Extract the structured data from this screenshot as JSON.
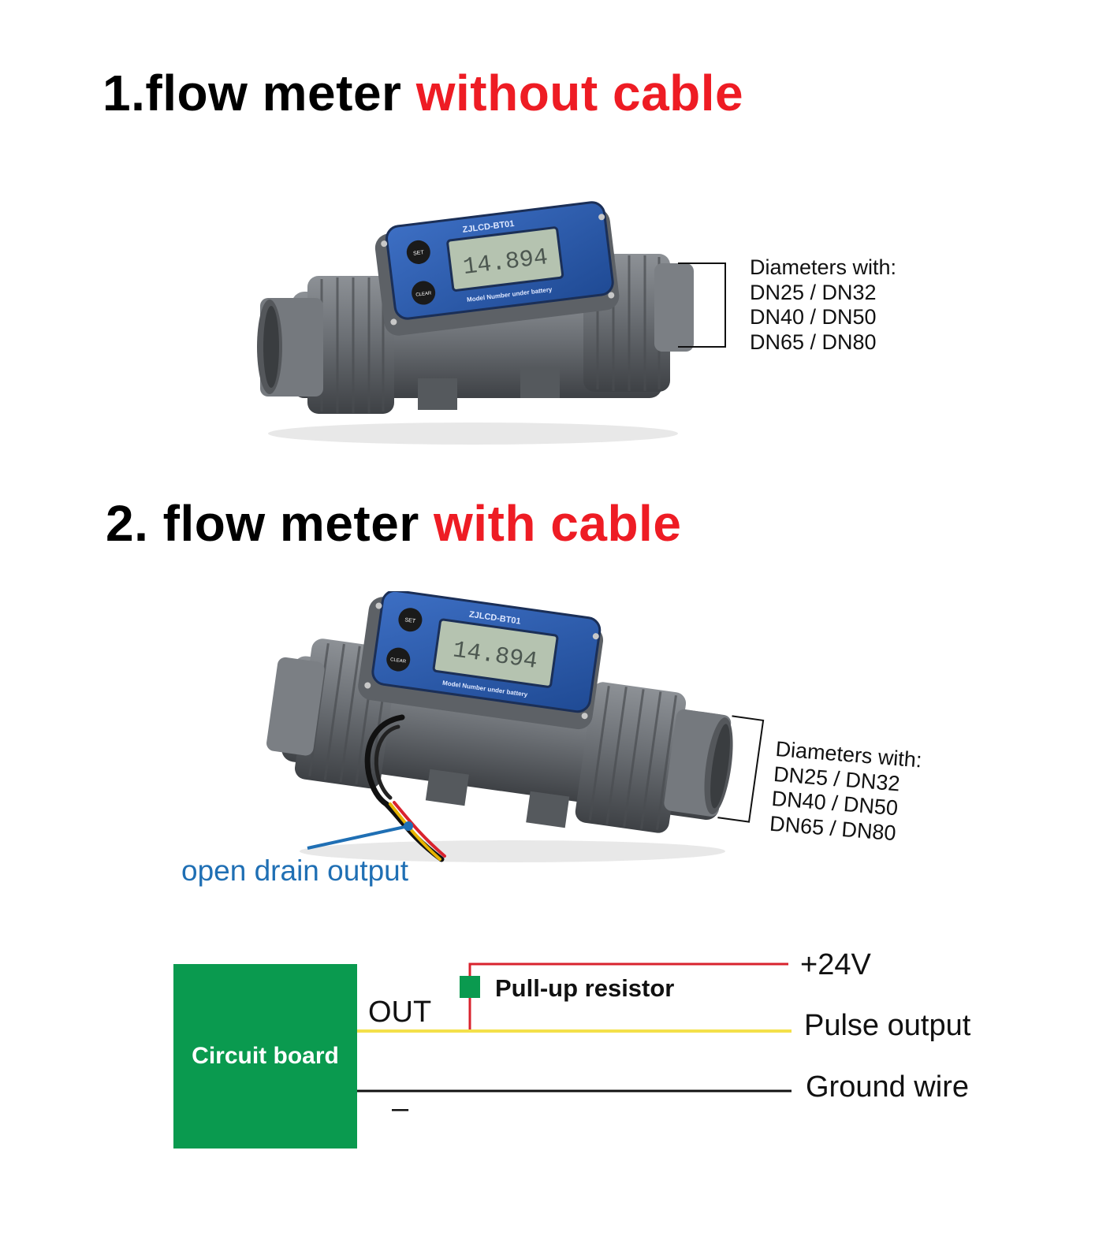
{
  "section1": {
    "heading_prefix": "1.flow meter ",
    "heading_highlight": "without cable",
    "meter_model": "ZJLCD-BT01",
    "display_reading": "14.894",
    "button_set": "SET",
    "button_clear": "CLEAR",
    "panel_note": "Model Number under battery",
    "diameters": {
      "title": "Diameters with:",
      "lines": [
        "DN25 / DN32",
        "DN40 / DN50",
        "DN65 / DN80"
      ]
    }
  },
  "section2": {
    "heading_prefix": "2. flow meter ",
    "heading_highlight": "with cable",
    "meter_model": "ZJLCD-BT01",
    "display_reading": "14.894",
    "button_set": "SET",
    "button_clear": "CLEAR",
    "panel_note": "Model Number under battery",
    "diameters": {
      "title": "Diameters with:",
      "lines": [
        "DN25 / DN32",
        "DN40 / DN50",
        "DN65 / DN80"
      ]
    },
    "cable_label": "open drain output"
  },
  "wiring": {
    "board_label": "Circuit board",
    "out_label": "OUT",
    "minus_label": "–",
    "pullup_label": "Pull-up resistor",
    "v24_label": "+24V",
    "pulse_label": "Pulse output",
    "ground_label": "Ground wire"
  },
  "colors": {
    "highlight": "#ee1c24",
    "board": "#0a9a4f",
    "wire_24v": "#d9232e",
    "wire_pulse": "#f4e04a",
    "wire_ground": "#111111",
    "cable_label": "#1f6fb4",
    "meter_face": "#2d5ba8",
    "pipe": "#6f7378"
  }
}
